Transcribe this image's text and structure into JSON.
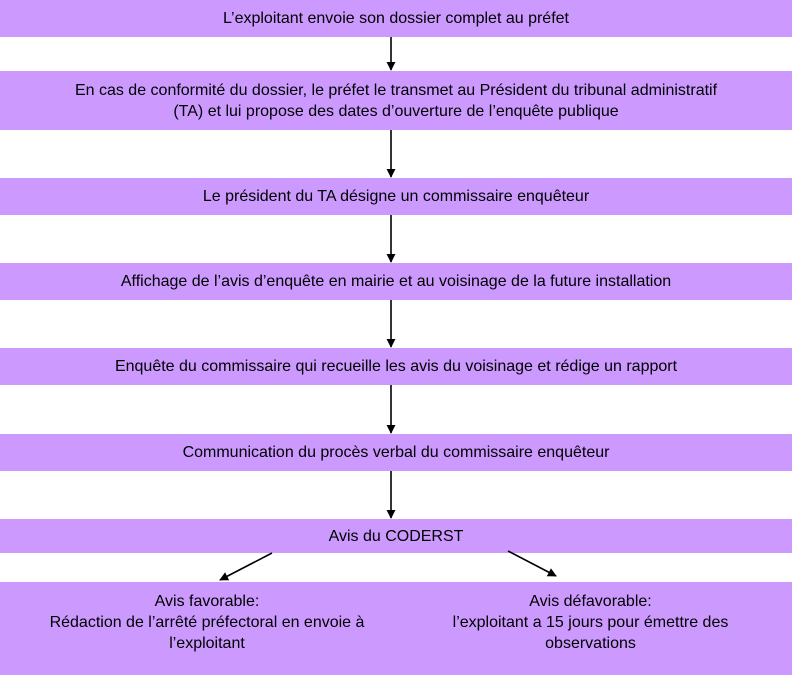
{
  "steps": [
    {
      "lines": [
        "L’exploitant envoie son dossier complet au préfet"
      ]
    },
    {
      "lines": [
        "En cas de conformité du dossier, le préfet le transmet au Président du tribunal administratif",
        "(TA) et lui propose des dates d’ouverture de l’enquête publique"
      ]
    },
    {
      "lines": [
        "Le président du TA désigne un commissaire enquêteur"
      ]
    },
    {
      "lines": [
        "Affichage de l’avis d’enquête en mairie et au voisinage de la future installation"
      ]
    },
    {
      "lines": [
        "Enquête du commissaire qui recueille les avis du voisinage et rédige un rapport"
      ]
    },
    {
      "lines": [
        "Communication du procès verbal du commissaire enquêteur"
      ]
    },
    {
      "lines": [
        "Avis du CODERST"
      ]
    }
  ],
  "outcomes": {
    "favorable": {
      "title": "Avis favorable:",
      "lines": [
        "Rédaction de l’arrêté préfectoral en envoie à",
        "l’exploitant"
      ]
    },
    "defavorable": {
      "title": "Avis défavorable:",
      "lines": [
        "l’exploitant a 15 jours pour émettre des",
        "observations"
      ]
    }
  },
  "colors": {
    "box_fill": "#cc99ff",
    "arrow": "#000000"
  }
}
